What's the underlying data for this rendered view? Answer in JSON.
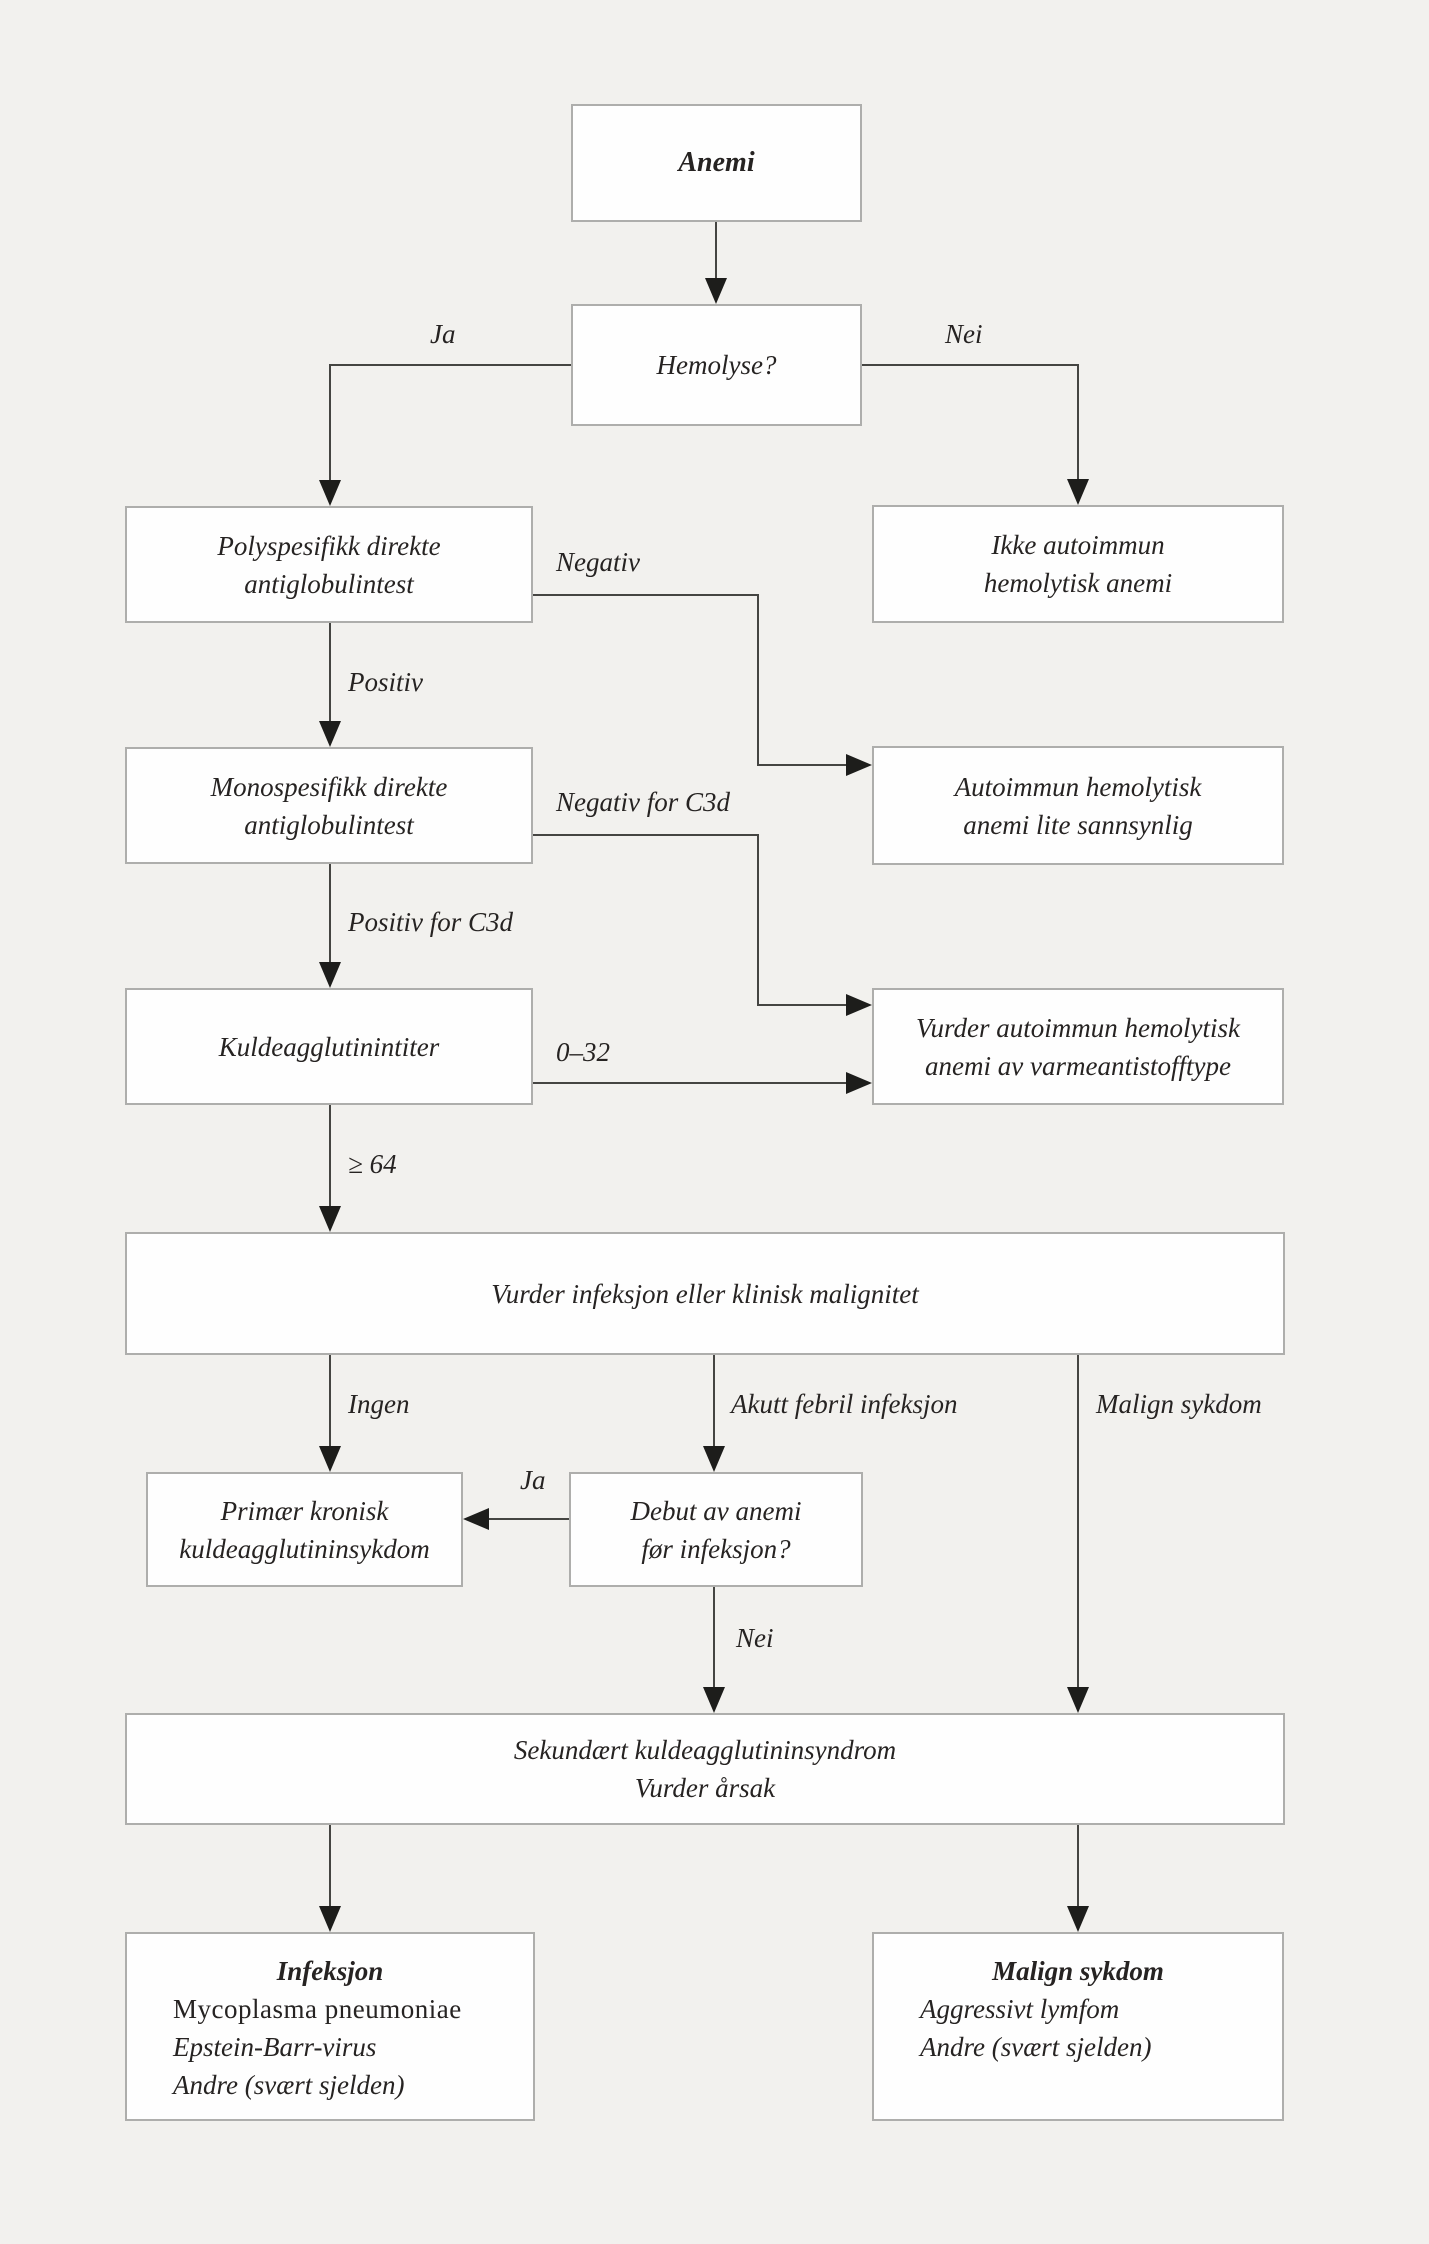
{
  "diagram_title": "Anemi / kuldeagglutinin diagnostic flowchart",
  "colors": {
    "background": "#f2f1ee",
    "box_fill": "#fefefe",
    "box_border": "#aeaeac",
    "line": "#454542",
    "arrowhead": "#1d1d1b",
    "text": "#262322"
  },
  "boxes": {
    "anemi": {
      "label": "Anemi"
    },
    "hemolyse": {
      "label": "Hemolyse?"
    },
    "poly": {
      "line1": "Polyspesifikk direkte",
      "line2": "antiglobulintest"
    },
    "ikke_autoimmun": {
      "line1": "Ikke autoimmun",
      "line2": "hemolytisk anemi"
    },
    "mono": {
      "line1": "Monospesifikk direkte",
      "line2": "antiglobulintest"
    },
    "autoimmun_lite": {
      "line1": "Autoimmun hemolytisk",
      "line2": "anemi lite sannsynlig"
    },
    "kulde": {
      "label": "Kuldeagglutinintiter"
    },
    "vurder_varme": {
      "line1": "Vurder autoimmun hemolytisk",
      "line2": "anemi av varmeantistofftype"
    },
    "vurder_infeksjon": {
      "label": "Vurder infeksjon eller klinisk malignitet"
    },
    "primaer": {
      "line1": "Primær kronisk",
      "line2": "kuldeagglutininsykdom"
    },
    "debut": {
      "line1": "Debut av anemi",
      "line2": "før infeksjon?"
    },
    "sekundaert": {
      "line1": "Sekundært kuldeagglutininsyndrom",
      "line2": "Vurder årsak"
    },
    "infeksjon": {
      "title": "Infeksjon",
      "items": [
        "Mycoplasma pneumoniae",
        "Epstein-Barr-virus",
        "Andre (svært sjelden)"
      ]
    },
    "malign": {
      "title": "Malign sykdom",
      "items": [
        "Aggressivt lymfom",
        "Andre (svært sjelden)"
      ]
    }
  },
  "edge_labels": {
    "ja_top": "Ja",
    "nei_top": "Nei",
    "positiv": "Positiv",
    "negativ": "Negativ",
    "positiv_c3d": "Positiv for C3d",
    "negativ_c3d": "Negativ for C3d",
    "titer_lav": "0–32",
    "titer_hoy": "≥ 64",
    "ingen": "Ingen",
    "akutt_febril": "Akutt febril infeksjon",
    "malign_sykdom": "Malign sykdom",
    "ja_mid": "Ja",
    "nei_mid": "Nei"
  }
}
